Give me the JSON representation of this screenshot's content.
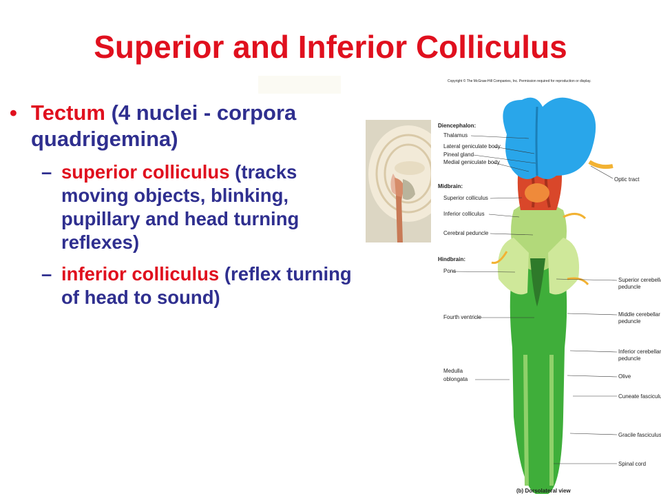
{
  "slide": {
    "title": "Superior and Inferior Colliculus",
    "bullet": {
      "marker": "•",
      "term": "Tectum",
      "rest": " (4 nuclei - corpora quadrigemina)"
    },
    "subbullets": [
      {
        "dash": "–",
        "term": "superior colliculus",
        "rest": " (tracks moving objects, blinking, pupillary and head turning reflexes)"
      },
      {
        "dash": "–",
        "term": "inferior colliculus",
        "rest": " (reflex turning of head to sound)"
      }
    ]
  },
  "figure": {
    "copyright": "Copyright © The McGraw-Hill Companies, Inc. Permission required for reproduction or display.",
    "labels_left": {
      "diencephalon": "Diencephalon:",
      "thalamus": "Thalamus",
      "lateral_geniculate": "Lateral geniculate body",
      "pineal": "Pineal gland",
      "medial_geniculate": "Medial geniculate body",
      "midbrain": "Midbrain:",
      "superior_colliculus": "Superior colliculus",
      "inferior_colliculus": "Inferior colliculus",
      "cerebral_peduncle": "Cerebral peduncle",
      "hindbrain": "Hindbrain:",
      "pons": "Pons",
      "fourth_ventricle": "Fourth ventricle",
      "medulla_1": "Medulla",
      "medulla_2": "oblongata"
    },
    "labels_right": {
      "optic_tract": "Optic tract",
      "sup_cereb_1": "Superior cerebellar",
      "sup_cereb_2": "peduncle",
      "mid_cereb_1": "Middle cerebellar",
      "mid_cereb_2": "peduncle",
      "inf_cereb_1": "Inferior cerebellar",
      "inf_cereb_2": "peduncle",
      "olive": "Olive",
      "cuneate": "Cuneate fasciculus",
      "gracile": "Gracile fasciculus",
      "spinal_cord": "Spinal cord"
    },
    "view_label": "(b) Dorsolateral view"
  }
}
